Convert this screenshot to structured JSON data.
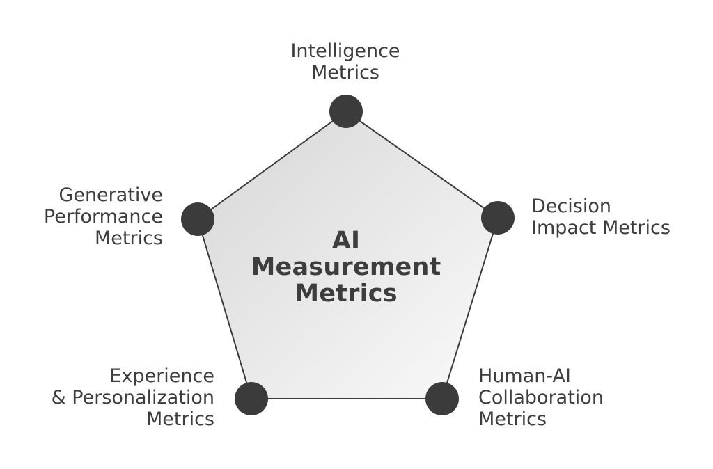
{
  "center": {
    "line1": "AI",
    "line2": "Measurement",
    "line3": "Metrics"
  },
  "vertices": [
    {
      "id": "intelligence",
      "lines": [
        "Intelligence",
        "Metrics"
      ]
    },
    {
      "id": "decision",
      "lines": [
        "Decision",
        "Impact Metrics"
      ]
    },
    {
      "id": "human-ai",
      "lines": [
        "Human-AI",
        "Collaboration",
        "Metrics"
      ]
    },
    {
      "id": "experience",
      "lines": [
        "Experience",
        "& Personalization",
        "Metrics"
      ]
    },
    {
      "id": "generative",
      "lines": [
        "Generative",
        "Performance",
        "Metrics"
      ]
    }
  ],
  "colors": {
    "node_fill": "#3b3b3b",
    "edge": "#3b3b3b",
    "fill_light": "#fafafa",
    "fill_dark": "#d6d6d6",
    "text": "#3d3d3d"
  }
}
